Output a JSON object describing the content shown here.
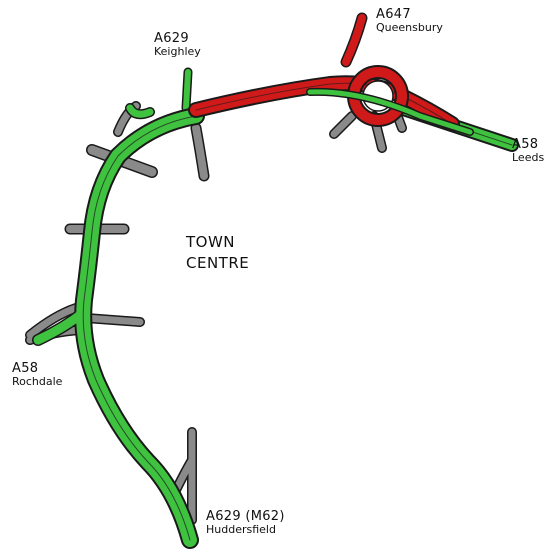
{
  "map": {
    "town_label": [
      "TOWN",
      "CENTRE"
    ],
    "destinations": [
      {
        "id": "keighley",
        "road": "A629",
        "place": "Keighley"
      },
      {
        "id": "queensbury",
        "road": "A647",
        "place": "Queensbury"
      },
      {
        "id": "leeds",
        "road": "A58",
        "place": "Leeds"
      },
      {
        "id": "rochdale",
        "road": "A58",
        "place": "Rochdale"
      },
      {
        "id": "huddersfield",
        "road": "A629 (M62)",
        "place": "Huddersfield"
      }
    ],
    "colors": {
      "ring_road": "#3fc23f",
      "congested_section": "#d01a1a",
      "local_roads": "#8a8a8a",
      "road_outline": "#1a1a1a"
    }
  }
}
